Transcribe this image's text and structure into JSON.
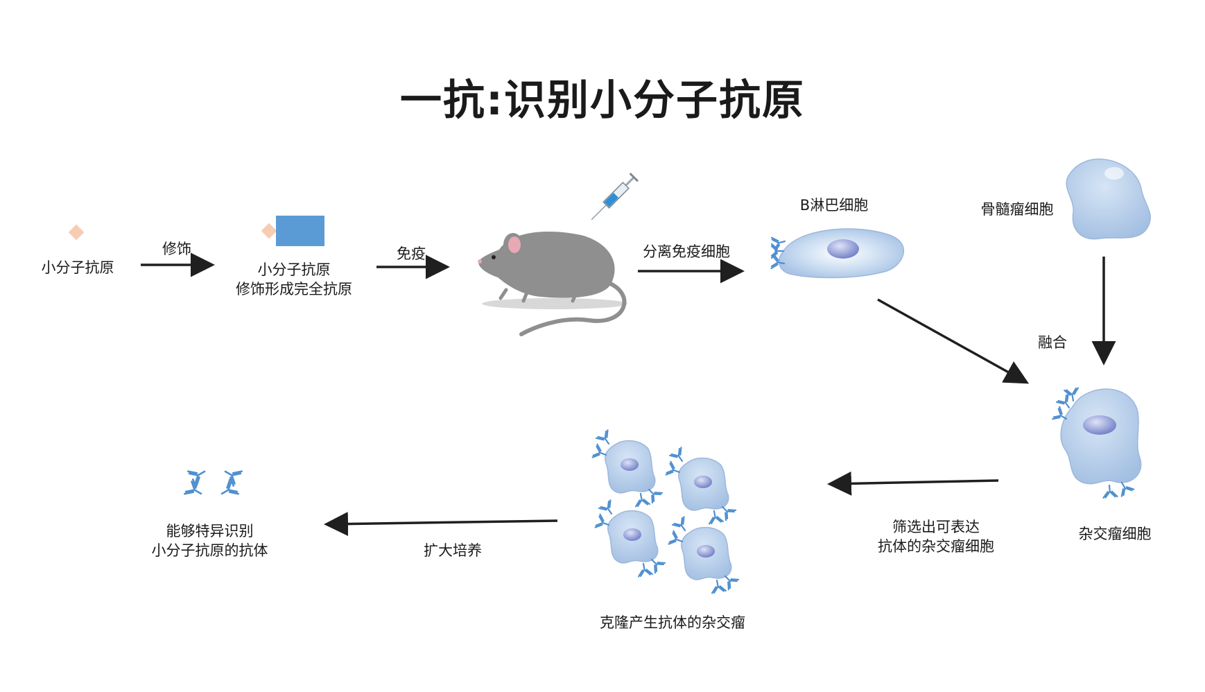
{
  "title": "一抗:识别小分子抗原",
  "labels": {
    "small_antigen": "小分子抗原",
    "modify": "修饰",
    "complete_antigen_line1": "小分子抗原",
    "complete_antigen_line2": "修饰形成完全抗原",
    "immunize": "免疫",
    "isolate": "分离免疫细胞",
    "b_cell": "B淋巴细胞",
    "myeloma": "骨髓瘤细胞",
    "fusion": "融合",
    "hybridoma": "杂交瘤细胞",
    "screen_line1": "筛选出可表达",
    "screen_line2": "抗体的杂交瘤细胞",
    "clones": "克隆产生抗体的杂交瘤",
    "expand": "扩大培养",
    "result_line1": "能够特异识别",
    "result_line2": "小分子抗原的抗体"
  },
  "colors": {
    "hapten": "#f6cdb3",
    "carrier_protein": "#5b9bd5",
    "cell_fill": "#b5cde8",
    "nucleus": "#8e9bd8",
    "antibody": "#4e8fd0",
    "arrow": "#1f1f1f",
    "mouse": "#8f8f8f"
  },
  "icons": [
    "syringe-icon",
    "mouse-icon",
    "antibody-icon"
  ]
}
